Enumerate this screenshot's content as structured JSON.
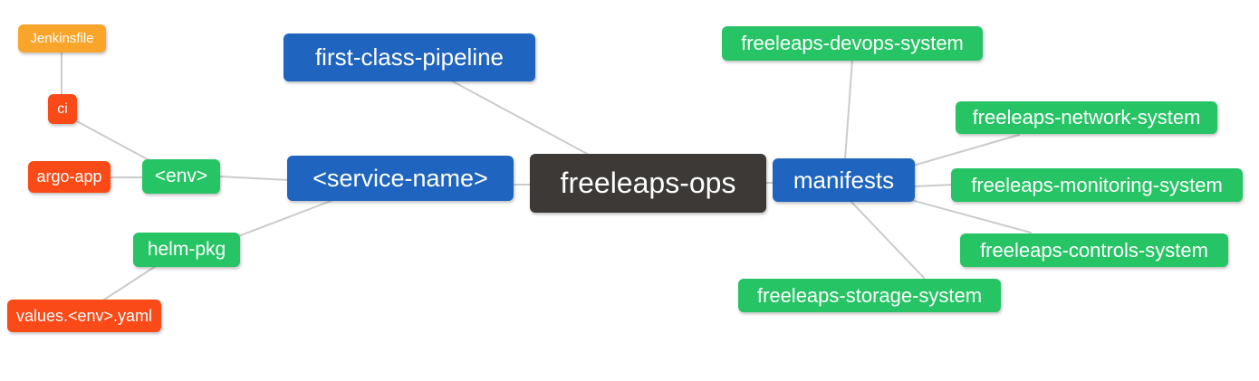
{
  "diagram": {
    "type": "mindmap",
    "root_label": "freeleaps-ops",
    "palette": {
      "root_bg": "#3C3936",
      "branch_bg": "#1F64BE",
      "green_bg": "#26C465",
      "orange_bg": "#F9A52B",
      "red_bg": "#F94A17",
      "edge": "#CBCBCB",
      "text": "#FFFFFF",
      "background": "#FFFFFF"
    },
    "nodes": {
      "freeleaps_ops": {
        "label": "freeleaps-ops",
        "color": "dark"
      },
      "first_class_pipeline": {
        "label": "first-class-pipeline",
        "color": "blue"
      },
      "service_name": {
        "label": "<service-name>",
        "color": "blue"
      },
      "manifests": {
        "label": "manifests",
        "color": "blue"
      },
      "env": {
        "label": "<env>",
        "color": "green"
      },
      "helm_pkg": {
        "label": "helm-pkg",
        "color": "green"
      },
      "ci": {
        "label": "ci",
        "color": "red"
      },
      "jenkinsfile": {
        "label": "Jenkinsfile",
        "color": "orange"
      },
      "argo_app": {
        "label": "argo-app",
        "color": "red"
      },
      "values_env_yaml": {
        "label": "values.<env>.yaml",
        "color": "red"
      },
      "devops_system": {
        "label": "freeleaps-devops-system",
        "color": "green"
      },
      "network_system": {
        "label": "freeleaps-network-system",
        "color": "green"
      },
      "monitoring_system": {
        "label": "freeleaps-monitoring-system",
        "color": "green"
      },
      "controls_system": {
        "label": "freeleaps-controls-system",
        "color": "green"
      },
      "storage_system": {
        "label": "freeleaps-storage-system",
        "color": "green"
      }
    },
    "edges": [
      [
        "Jenkinsfile",
        "ci"
      ],
      [
        "ci",
        "<env>"
      ],
      [
        "argo-app",
        "<env>"
      ],
      [
        "<env>",
        "<service-name>"
      ],
      [
        "helm-pkg",
        "<service-name>"
      ],
      [
        "values.<env>.yaml",
        "helm-pkg"
      ],
      [
        "first-class-pipeline",
        "freeleaps-ops"
      ],
      [
        "<service-name>",
        "freeleaps-ops"
      ],
      [
        "freeleaps-ops",
        "manifests"
      ],
      [
        "manifests",
        "freeleaps-devops-system"
      ],
      [
        "manifests",
        "freeleaps-network-system"
      ],
      [
        "manifests",
        "freeleaps-monitoring-system"
      ],
      [
        "manifests",
        "freeleaps-controls-system"
      ],
      [
        "manifests",
        "freeleaps-storage-system"
      ]
    ]
  }
}
